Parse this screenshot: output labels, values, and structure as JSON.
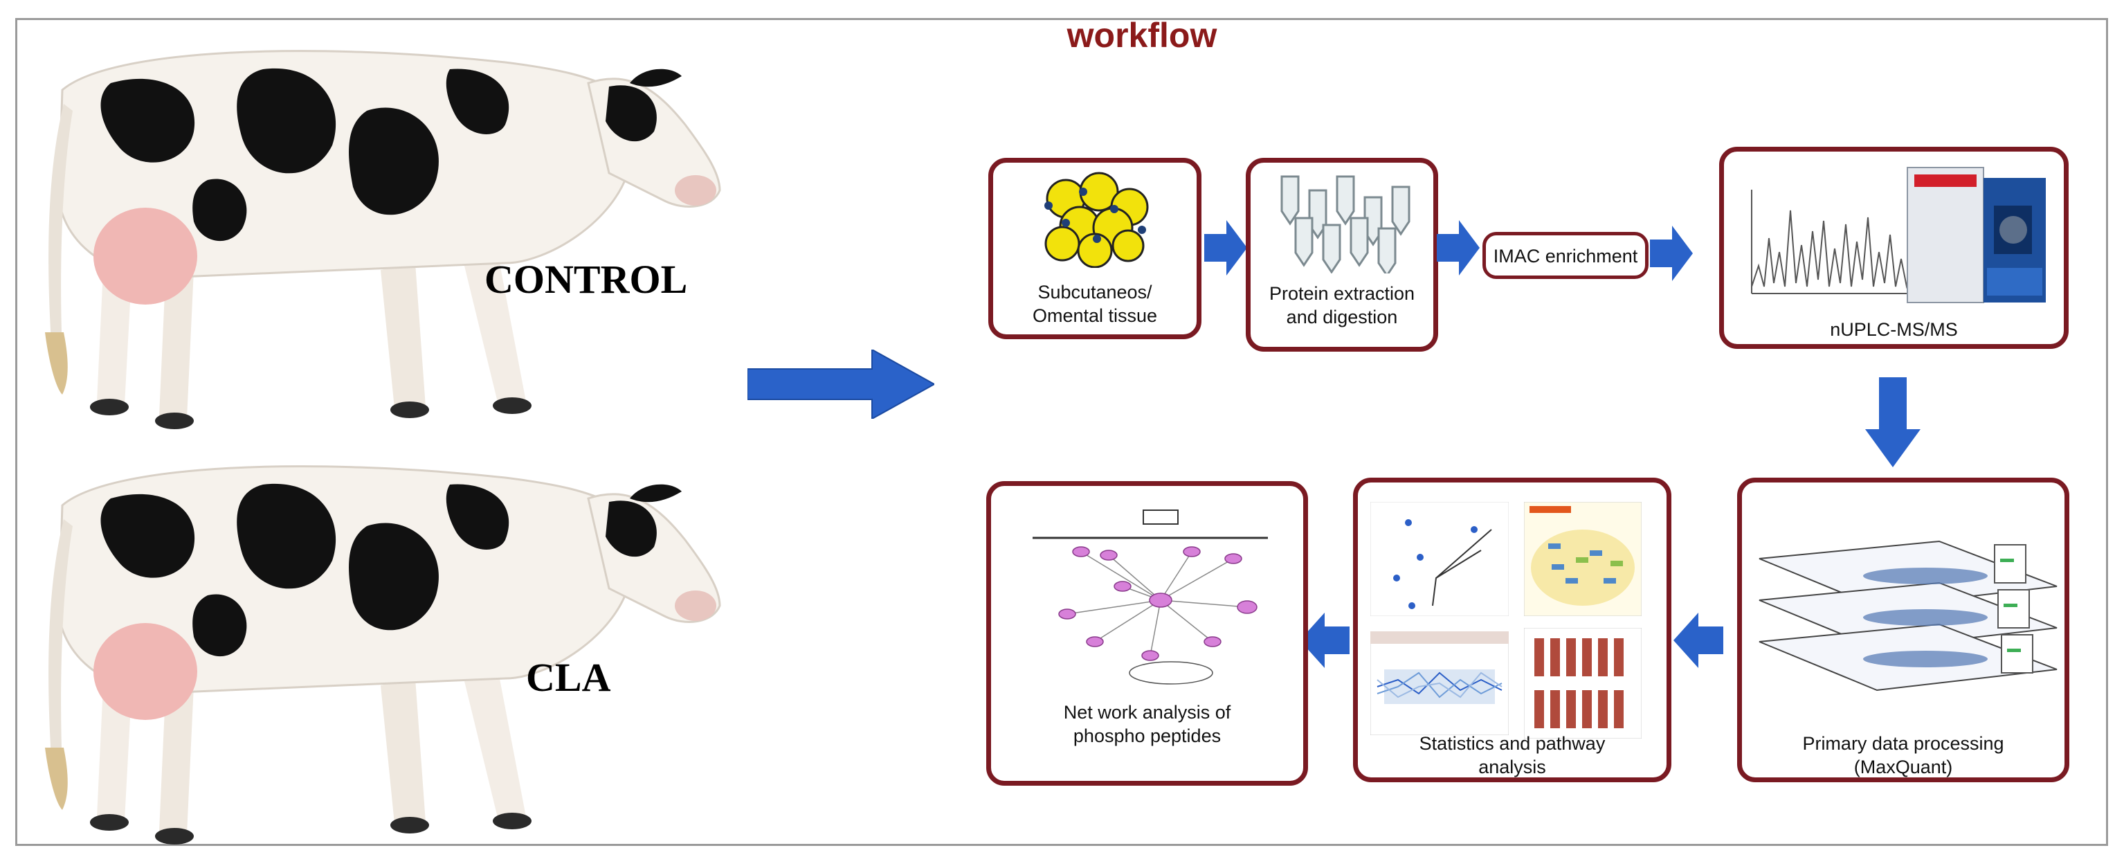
{
  "title": "workflow",
  "groups": {
    "control": "CONTROL",
    "cla": "CLA"
  },
  "steps": {
    "tissue": {
      "line1": "Subcutaneos/",
      "line2": "Omental tissue"
    },
    "extraction": {
      "line1": "Protein extraction",
      "line2": "and digestion"
    },
    "imac": "IMAC enrichment",
    "ms": "nUPLC-MS/MS",
    "processing": {
      "line1": "Primary data processing",
      "line2": "(MaxQuant)"
    },
    "stats": {
      "line1": "Statistics and pathway",
      "line2": "analysis"
    },
    "network": {
      "line1": "Net work analysis of",
      "line2": "phospho peptides"
    }
  },
  "colors": {
    "title": "#8b1a1a",
    "box_border": "#7a1a22",
    "arrow": "#2a62c9"
  },
  "icons": [
    "cow-illustration",
    "adipocyte-cluster-icon",
    "sample-tube-icon",
    "chromatogram-icon",
    "mass-spectrometer-icon",
    "data-layers-icon",
    "pca-plot-icon",
    "pathway-map-icon",
    "profile-plot-icon",
    "boxplot-icon",
    "network-diagram-icon"
  ]
}
